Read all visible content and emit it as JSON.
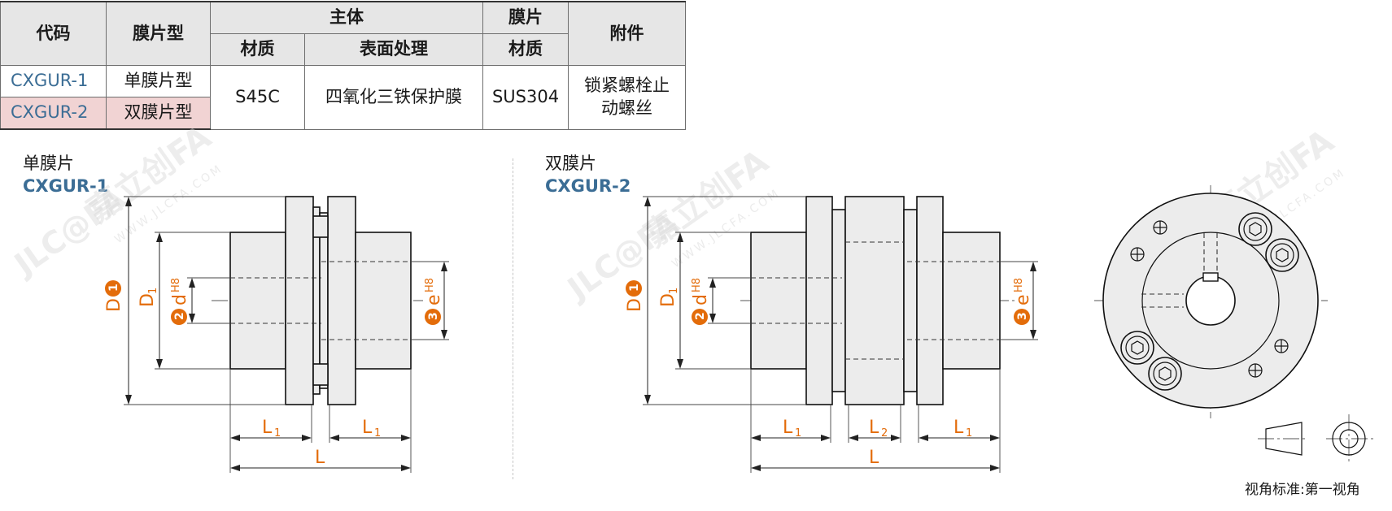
{
  "table": {
    "headers": {
      "code": "代码",
      "film_type": "膜片型",
      "main_body": "主体",
      "film": "膜片",
      "accessory": "附件",
      "material": "材质",
      "surface": "表面处理",
      "film_material": "材质"
    },
    "rows": [
      {
        "code": "CXGUR-1",
        "film_type": "单膜片型"
      },
      {
        "code": "CXGUR-2",
        "film_type": "双膜片型"
      }
    ],
    "shared": {
      "material": "S45C",
      "surface": "四氧化三铁保护膜",
      "film_material": "SUS304",
      "accessory": "锁紧螺栓止动螺丝"
    }
  },
  "drawings": {
    "single": {
      "caption": "单膜片",
      "model": "CXGUR-1"
    },
    "double": {
      "caption": "双膜片",
      "model": "CXGUR-2"
    }
  },
  "dims": {
    "D": "D",
    "D1": "D",
    "D1_sub": "1",
    "d": "d",
    "d_tol": "H8",
    "e": "e",
    "e_tol": "H8",
    "L": "L",
    "L1": "L",
    "L1_sub": "1",
    "L2": "L",
    "L2_sub": "2",
    "badge1": "1",
    "badge2": "2",
    "badge3": "3"
  },
  "watermark": {
    "logo": "JLC@FA",
    "cn": "嘉立创FA",
    "url": "WWW.JLCFA.COM"
  },
  "view_standard": "视角标准:第一视角",
  "colors": {
    "accent": "#e36c0a",
    "model": "#3b6d95",
    "highlight": "#f1d3d3"
  }
}
